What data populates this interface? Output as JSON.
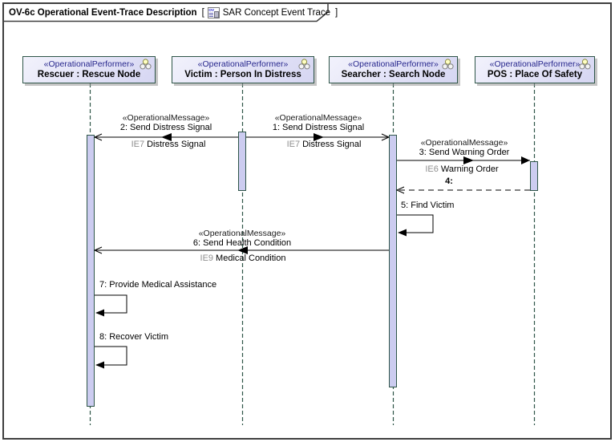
{
  "frame": {
    "title": "OV-6c Operational Event-Trace Description",
    "bracket_open": "[",
    "diagram_name": "SAR Concept Event Trace",
    "bracket_close": "]",
    "tab_icon": "ov-diagram-icon",
    "icon_text": "OV"
  },
  "colors": {
    "frame_border": "#3f3f3f",
    "element_border": "#2e5548",
    "lifeline_dash": "#2e5548",
    "header_fill": "#e2e2f7",
    "activation_fill": "#ccccf0",
    "stereotype_blue": "#26268c",
    "flow_prefix_gray": "#8f8f8f",
    "message_line": "#000000",
    "shadow": "#969696"
  },
  "lifelines": [
    {
      "id": "rescuer",
      "stereotype": "«OperationalPerformer»",
      "name": "Rescuer : Rescue Node",
      "icon": "performer-icon"
    },
    {
      "id": "victim",
      "stereotype": "«OperationalPerformer»",
      "name": "Victim : Person In Distress",
      "icon": "performer-icon"
    },
    {
      "id": "searcher",
      "stereotype": "«OperationalPerformer»",
      "name": "Searcher : Search Node",
      "icon": "performer-icon"
    },
    {
      "id": "pos",
      "stereotype": "«OperationalPerformer»",
      "name": "POS : Place Of Safety",
      "icon": "performer-icon"
    }
  ],
  "messages": [
    {
      "num": "1",
      "stereotype": "«OperationalMessage»",
      "name": "1: Send Distress Signal",
      "flow_prefix": "IE7",
      "flow_name": "Distress Signal",
      "from": "victim",
      "to": "searcher",
      "kind": "async"
    },
    {
      "num": "2",
      "stereotype": "«OperationalMessage»",
      "name": "2: Send Distress Signal",
      "flow_prefix": "IE7",
      "flow_name": "Distress Signal",
      "from": "victim",
      "to": "rescuer",
      "kind": "async"
    },
    {
      "num": "3",
      "stereotype": "«OperationalMessage»",
      "name": "3: Send Warning Order",
      "flow_prefix": "IE6",
      "flow_name": "Warning Order",
      "from": "searcher",
      "to": "pos",
      "kind": "sync"
    },
    {
      "num": "4",
      "name": "4:",
      "from": "pos",
      "to": "searcher",
      "kind": "reply"
    },
    {
      "num": "5",
      "name": "5: Find Victim",
      "from": "searcher",
      "to": "searcher",
      "kind": "self"
    },
    {
      "num": "6",
      "stereotype": "«OperationalMessage»",
      "name": "6: Send Health Condition",
      "flow_prefix": "IE9",
      "flow_name": "Medical Condition",
      "from": "searcher",
      "to": "rescuer",
      "kind": "async"
    },
    {
      "num": "7",
      "name": "7: Provide Medical Assistance",
      "from": "rescuer",
      "to": "rescuer",
      "kind": "self"
    },
    {
      "num": "8",
      "name": "8: Recover Victim",
      "from": "rescuer",
      "to": "rescuer",
      "kind": "self"
    }
  ]
}
